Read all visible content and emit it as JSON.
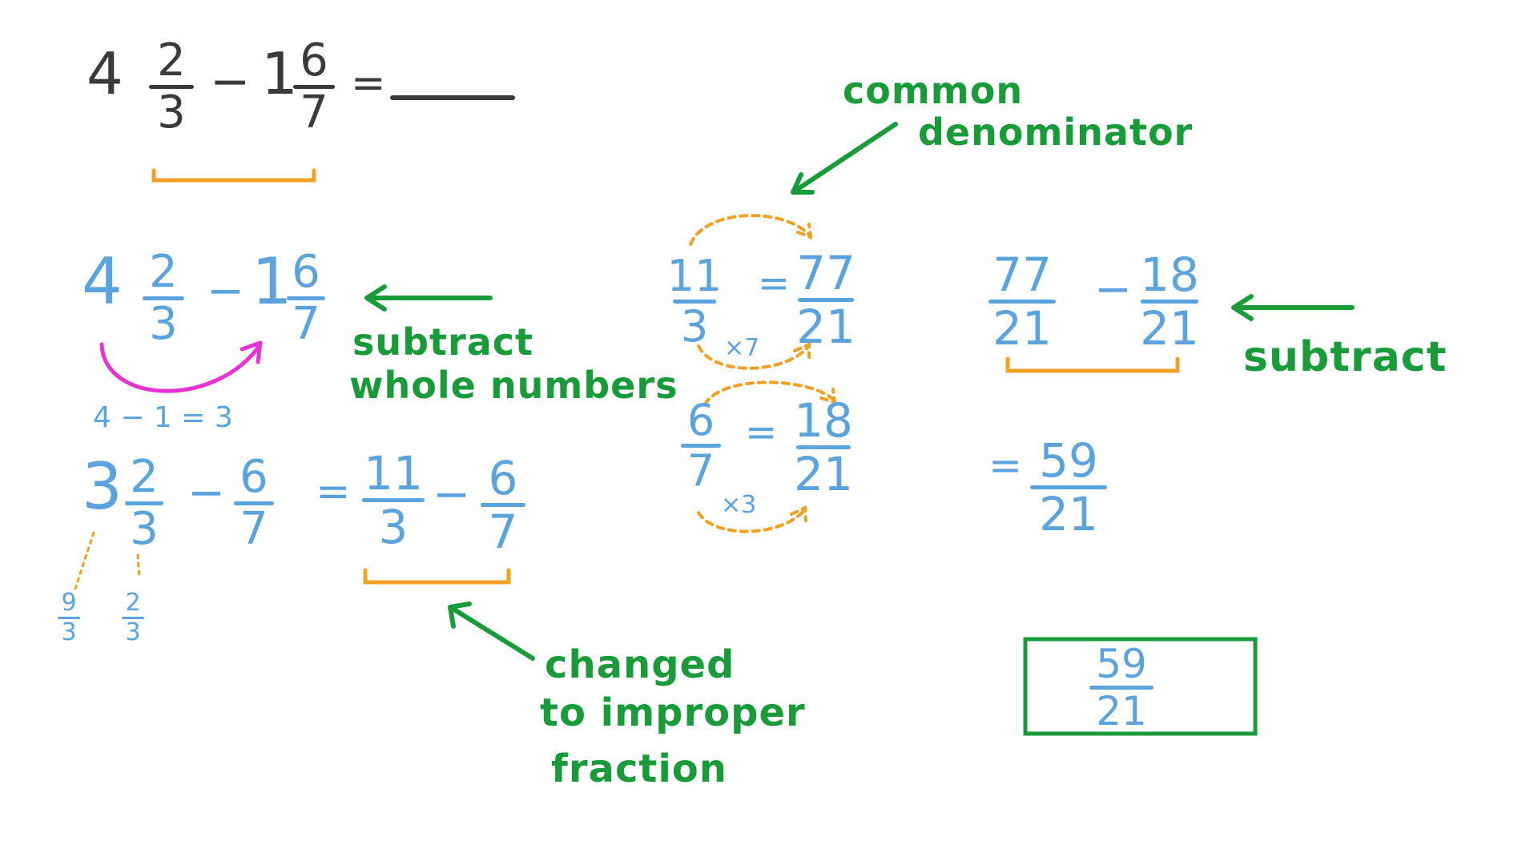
{
  "colors": {
    "dark": "#3a3a3a",
    "blue": "#5aa3dc",
    "green": "#1a9b3a",
    "orange": "#f0a023",
    "magenta": "#e632d2"
  },
  "problem": {
    "w1": "4",
    "n1": "2",
    "d1": "3",
    "op": "−",
    "w2": "1",
    "n2": "6",
    "d2": "7",
    "eq": "="
  },
  "step1": {
    "w1": "4",
    "n1": "2",
    "d1": "3",
    "op": "−",
    "w2": "1",
    "n2": "6",
    "d2": "7",
    "calc": "4 − 1 = 3"
  },
  "step2": {
    "w": "3",
    "n1": "2",
    "d1": "3",
    "op1": "−",
    "n2": "6",
    "d2": "7",
    "eq": "=",
    "n3": "11",
    "d3": "3",
    "op2": "−",
    "n4": "6",
    "d4": "7",
    "sub_n1": "9",
    "sub_d1": "3",
    "sub_n2": "2",
    "sub_d2": "3"
  },
  "conv1": {
    "n": "11",
    "d": "3",
    "eq": "=",
    "rn": "77",
    "rd": "21",
    "mult": "×7"
  },
  "conv2": {
    "n": "6",
    "d": "7",
    "eq": "=",
    "rn": "18",
    "rd": "21",
    "mult": "×3"
  },
  "step3": {
    "n1": "77",
    "d1": "21",
    "op": "−",
    "n2": "18",
    "d2": "21"
  },
  "step4": {
    "eq": "=",
    "n": "59",
    "d": "21"
  },
  "answer": {
    "n": "59",
    "d": "21"
  },
  "notes": {
    "common1": "common",
    "common2": "denominator",
    "subtract_whole1": "subtract",
    "subtract_whole2": "whole numbers",
    "subtract": "subtract",
    "changed1": "changed",
    "changed2": "to improper",
    "changed3": "fraction"
  }
}
